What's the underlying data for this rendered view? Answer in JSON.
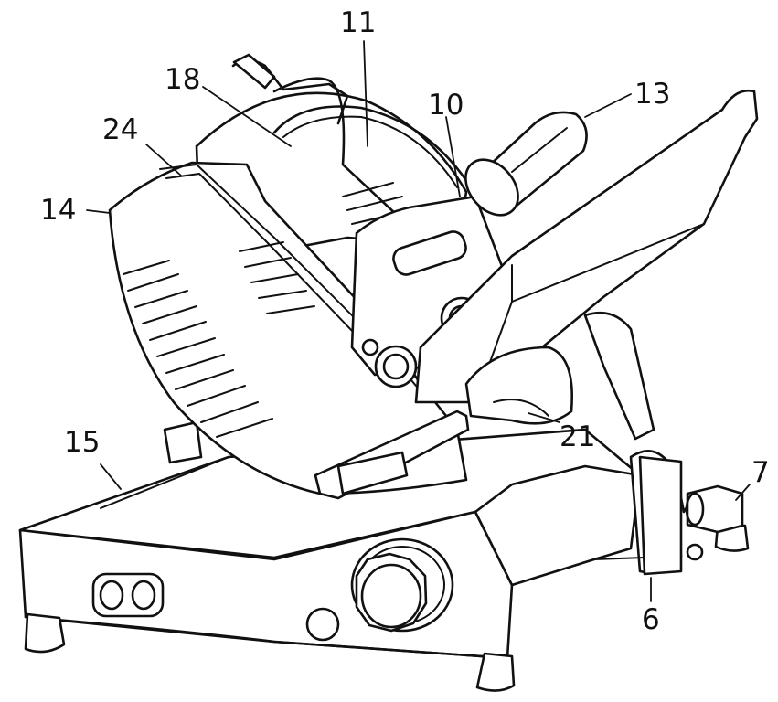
{
  "figure": {
    "parts": [
      {
        "id": "label-11",
        "text": "11"
      },
      {
        "id": "label-18",
        "text": "18"
      },
      {
        "id": "label-10",
        "text": "10"
      },
      {
        "id": "label-13",
        "text": "13"
      },
      {
        "id": "label-24",
        "text": "24"
      },
      {
        "id": "label-14",
        "text": "14"
      },
      {
        "id": "label-15",
        "text": "15"
      },
      {
        "id": "label-21",
        "text": "21"
      },
      {
        "id": "label-7",
        "text": "7"
      },
      {
        "id": "label-6",
        "text": "6"
      }
    ]
  }
}
